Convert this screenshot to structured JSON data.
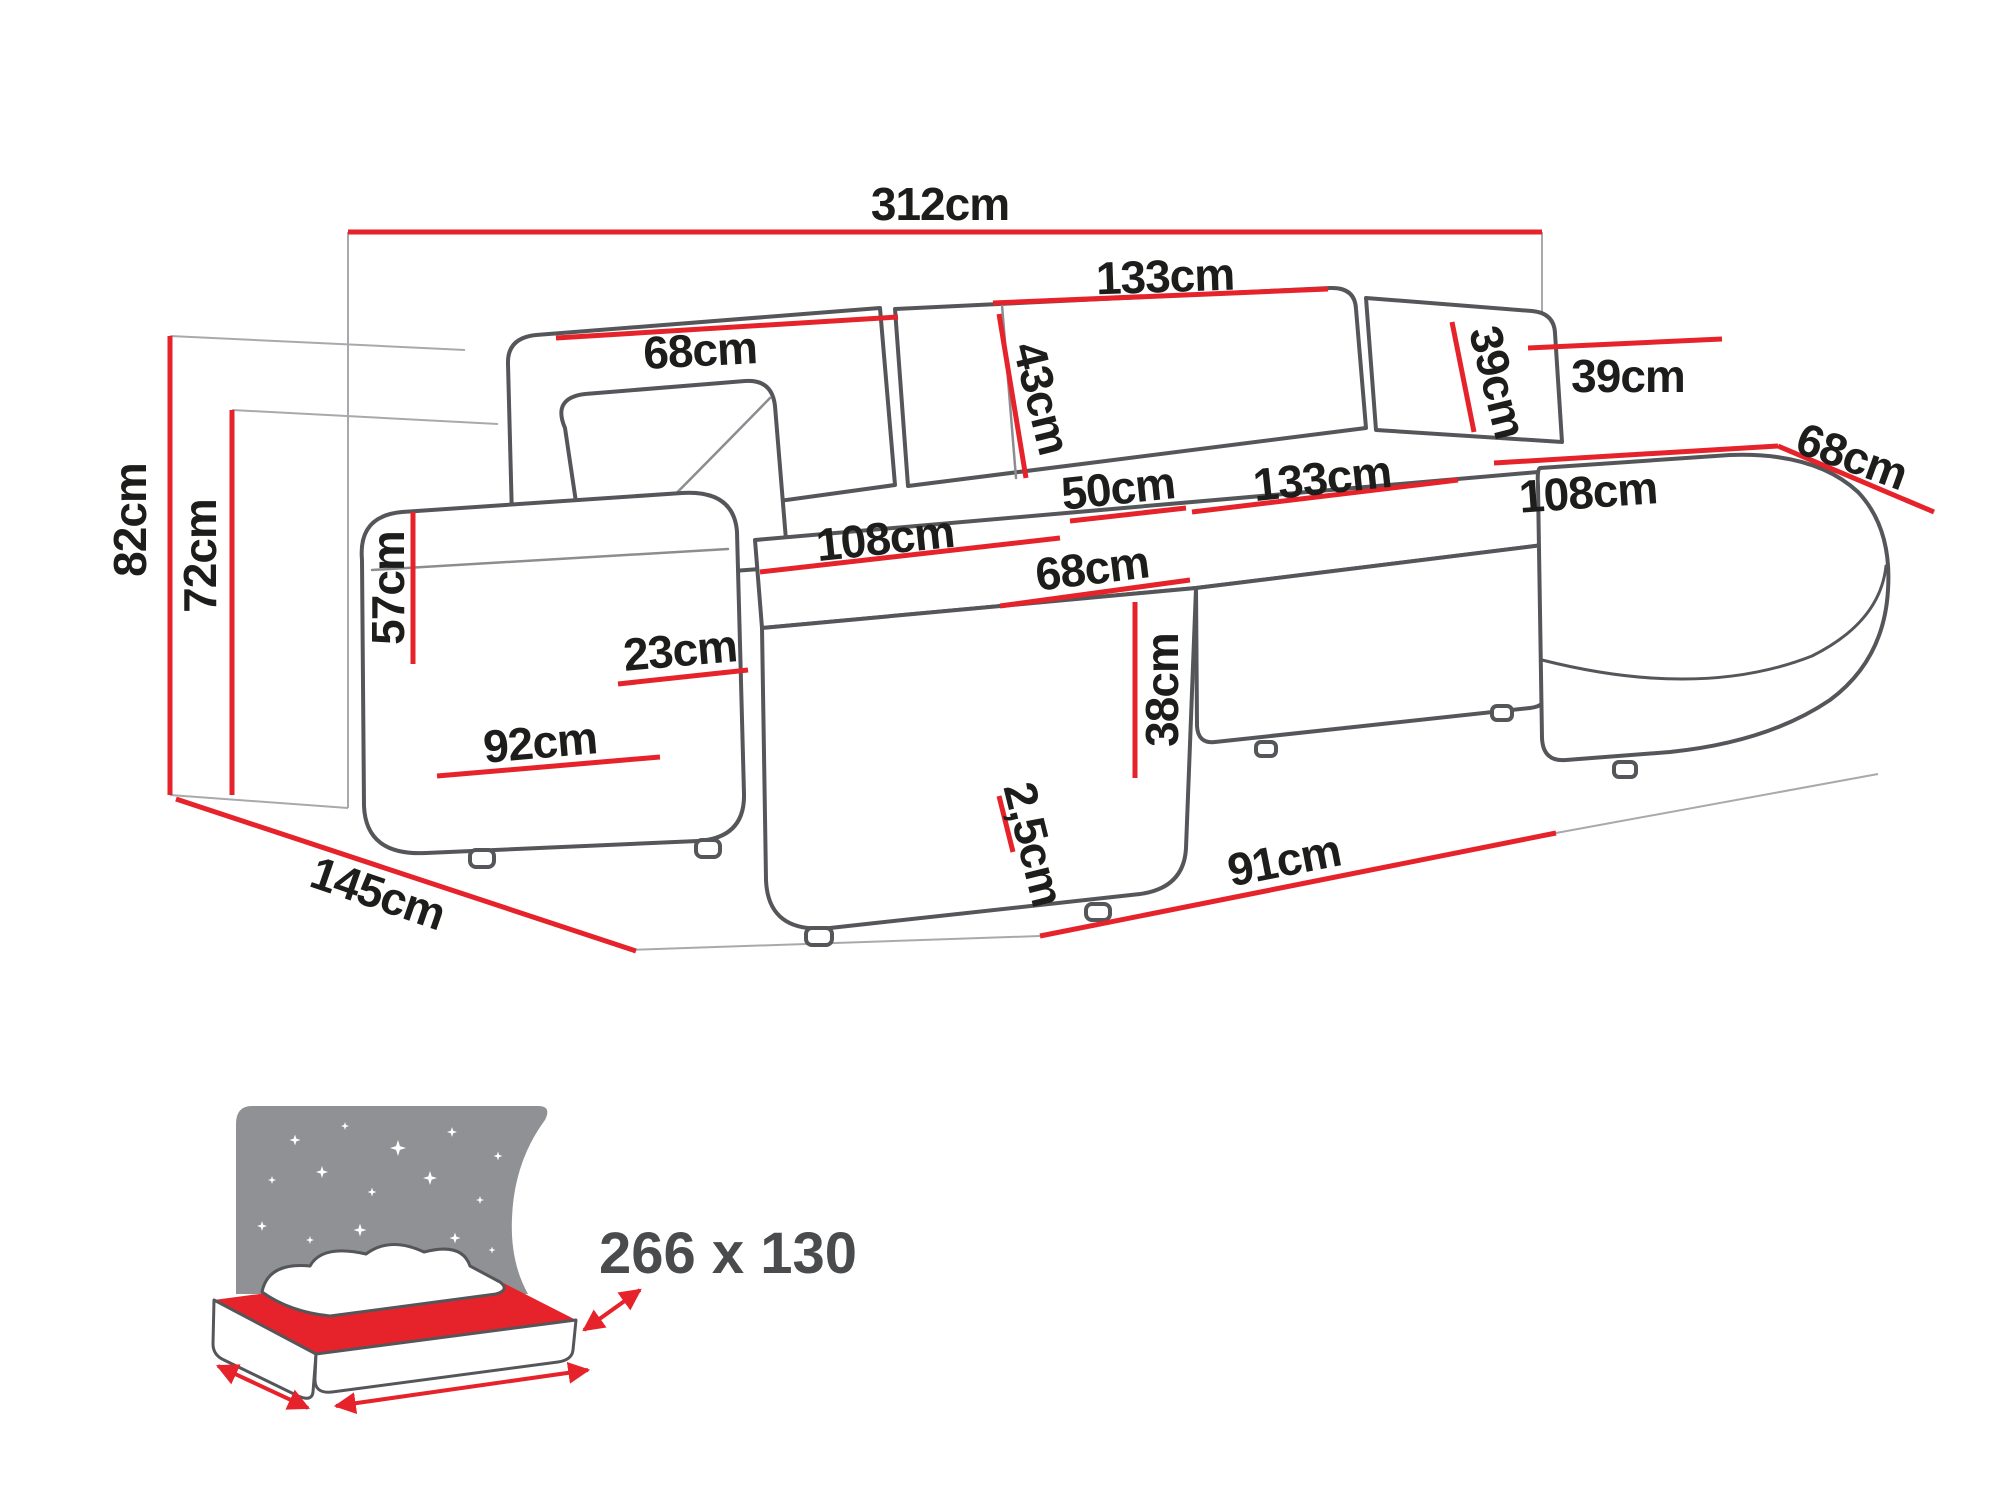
{
  "dims": {
    "total_width": "312cm",
    "back_left_width": "68cm",
    "back_center_width": "133cm",
    "back_height": "43cm",
    "right_back_depth": "39cm",
    "right_back_width": "39cm",
    "right_seat_depth": "108cm",
    "right_seat_width": "68cm",
    "total_height": "82cm",
    "back_inner_height": "72cm",
    "seat_gap": "50cm",
    "seat_center_width": "133cm",
    "left_seat_depth": "108cm",
    "left_seat_width": "68cm",
    "armrest_height": "57cm",
    "armrest_width": "23cm",
    "armrest_depth": "92cm",
    "seat_height": "38cm",
    "clearance": "2,5cm",
    "total_depth": "145cm",
    "chaise_depth": "91cm"
  },
  "bed": {
    "size": "266 x 130"
  },
  "colors": {
    "dimension_red": "#e6232a",
    "outline_gray": "#55565a",
    "text_black": "#1d1d1b",
    "bed_label_gray": "#4a4b4d",
    "headboard_gray": "#8f9194"
  }
}
